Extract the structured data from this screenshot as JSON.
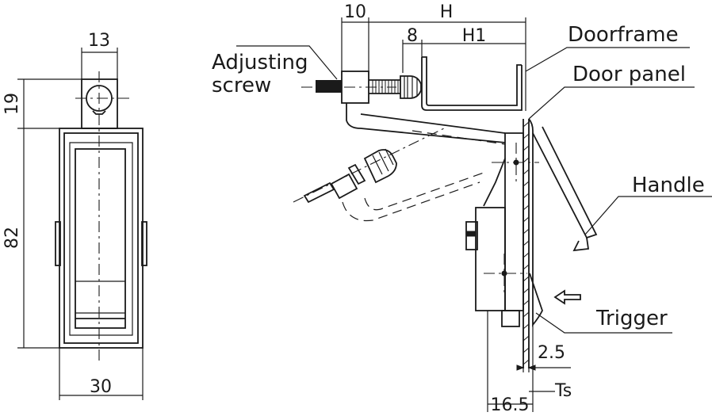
{
  "front_view": {
    "dim_width_top": "13",
    "dim_height_top": "19",
    "dim_height_body": "82",
    "dim_width_bottom": "30"
  },
  "side_view": {
    "dim_10": "10",
    "dim_H": "H",
    "dim_8": "8",
    "dim_H1": "H1",
    "dim_2_5": "2.5",
    "dim_16_5": "16.5",
    "dim_Ts": "Ts"
  },
  "labels": {
    "adjusting_screw_line1": "Adjusting",
    "adjusting_screw_line2": "screw",
    "doorframe": "Doorframe",
    "door_panel": "Door panel",
    "handle": "Handle",
    "trigger": "Trigger"
  }
}
